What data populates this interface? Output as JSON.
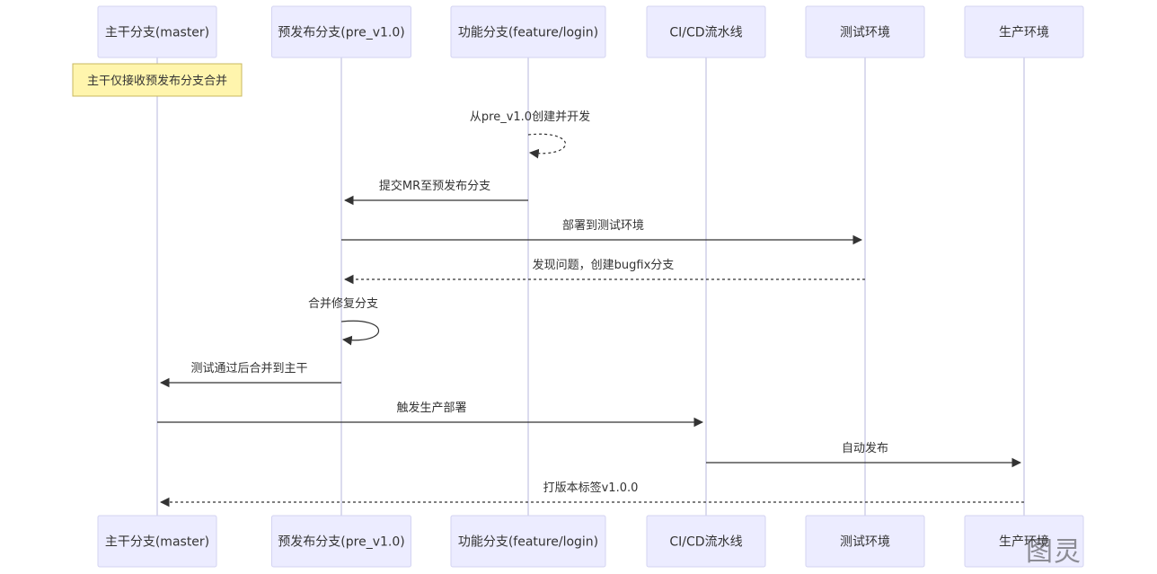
{
  "participants": [
    {
      "id": "master",
      "label": "主干分支(master)"
    },
    {
      "id": "pre",
      "label": "预发布分支(pre_v1.0)"
    },
    {
      "id": "feature",
      "label": "功能分支(feature/login)"
    },
    {
      "id": "ci",
      "label": "CI/CD流水线"
    },
    {
      "id": "test",
      "label": "测试环境"
    },
    {
      "id": "prod",
      "label": "生产环境"
    }
  ],
  "note": {
    "over": "master",
    "text": "主干仅接收预发布分支合并"
  },
  "messages": [
    {
      "from": "feature",
      "to": "feature",
      "text": "从pre_v1.0创建并开发",
      "style": "dashed"
    },
    {
      "from": "feature",
      "to": "pre",
      "text": "提交MR至预发布分支",
      "style": "solid"
    },
    {
      "from": "pre",
      "to": "test",
      "text": "部署到测试环境",
      "style": "solid"
    },
    {
      "from": "test",
      "to": "pre",
      "text": "发现问题，创建bugfix分支",
      "style": "dashed"
    },
    {
      "from": "pre",
      "to": "pre",
      "text": "合并修复分支",
      "style": "solid"
    },
    {
      "from": "pre",
      "to": "master",
      "text": "测试通过后合并到主干",
      "style": "solid"
    },
    {
      "from": "master",
      "to": "ci",
      "text": "触发生产部署",
      "style": "solid"
    },
    {
      "from": "ci",
      "to": "prod",
      "text": "自动发布",
      "style": "solid"
    },
    {
      "from": "prod",
      "to": "master",
      "text": "打版本标签v1.0.0",
      "style": "dashed"
    }
  ],
  "watermark": "图灵"
}
